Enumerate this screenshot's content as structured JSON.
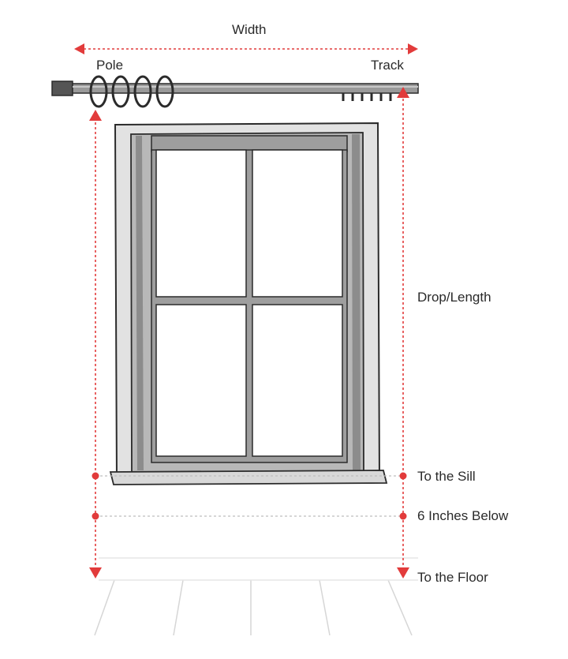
{
  "labels": {
    "width": "Width",
    "pole": "Pole",
    "track": "Track",
    "drop_length": "Drop/Length",
    "to_the_sill": "To the Sill",
    "six_inches_below": "6 Inches Below",
    "to_the_floor": "To the Floor"
  },
  "colors": {
    "accent": "#e23b3b",
    "outline": "#2b2b2b",
    "frame_dark": "#8c8c8c",
    "frame_mid": "#b8b8b8",
    "frame_light": "#e2e2e2",
    "floor_line": "#d6d6d6"
  },
  "icons": {
    "rod_end": "pole-finial-icon",
    "rings": "curtain-ring-icon",
    "track_hooks": "track-hook-icon"
  }
}
